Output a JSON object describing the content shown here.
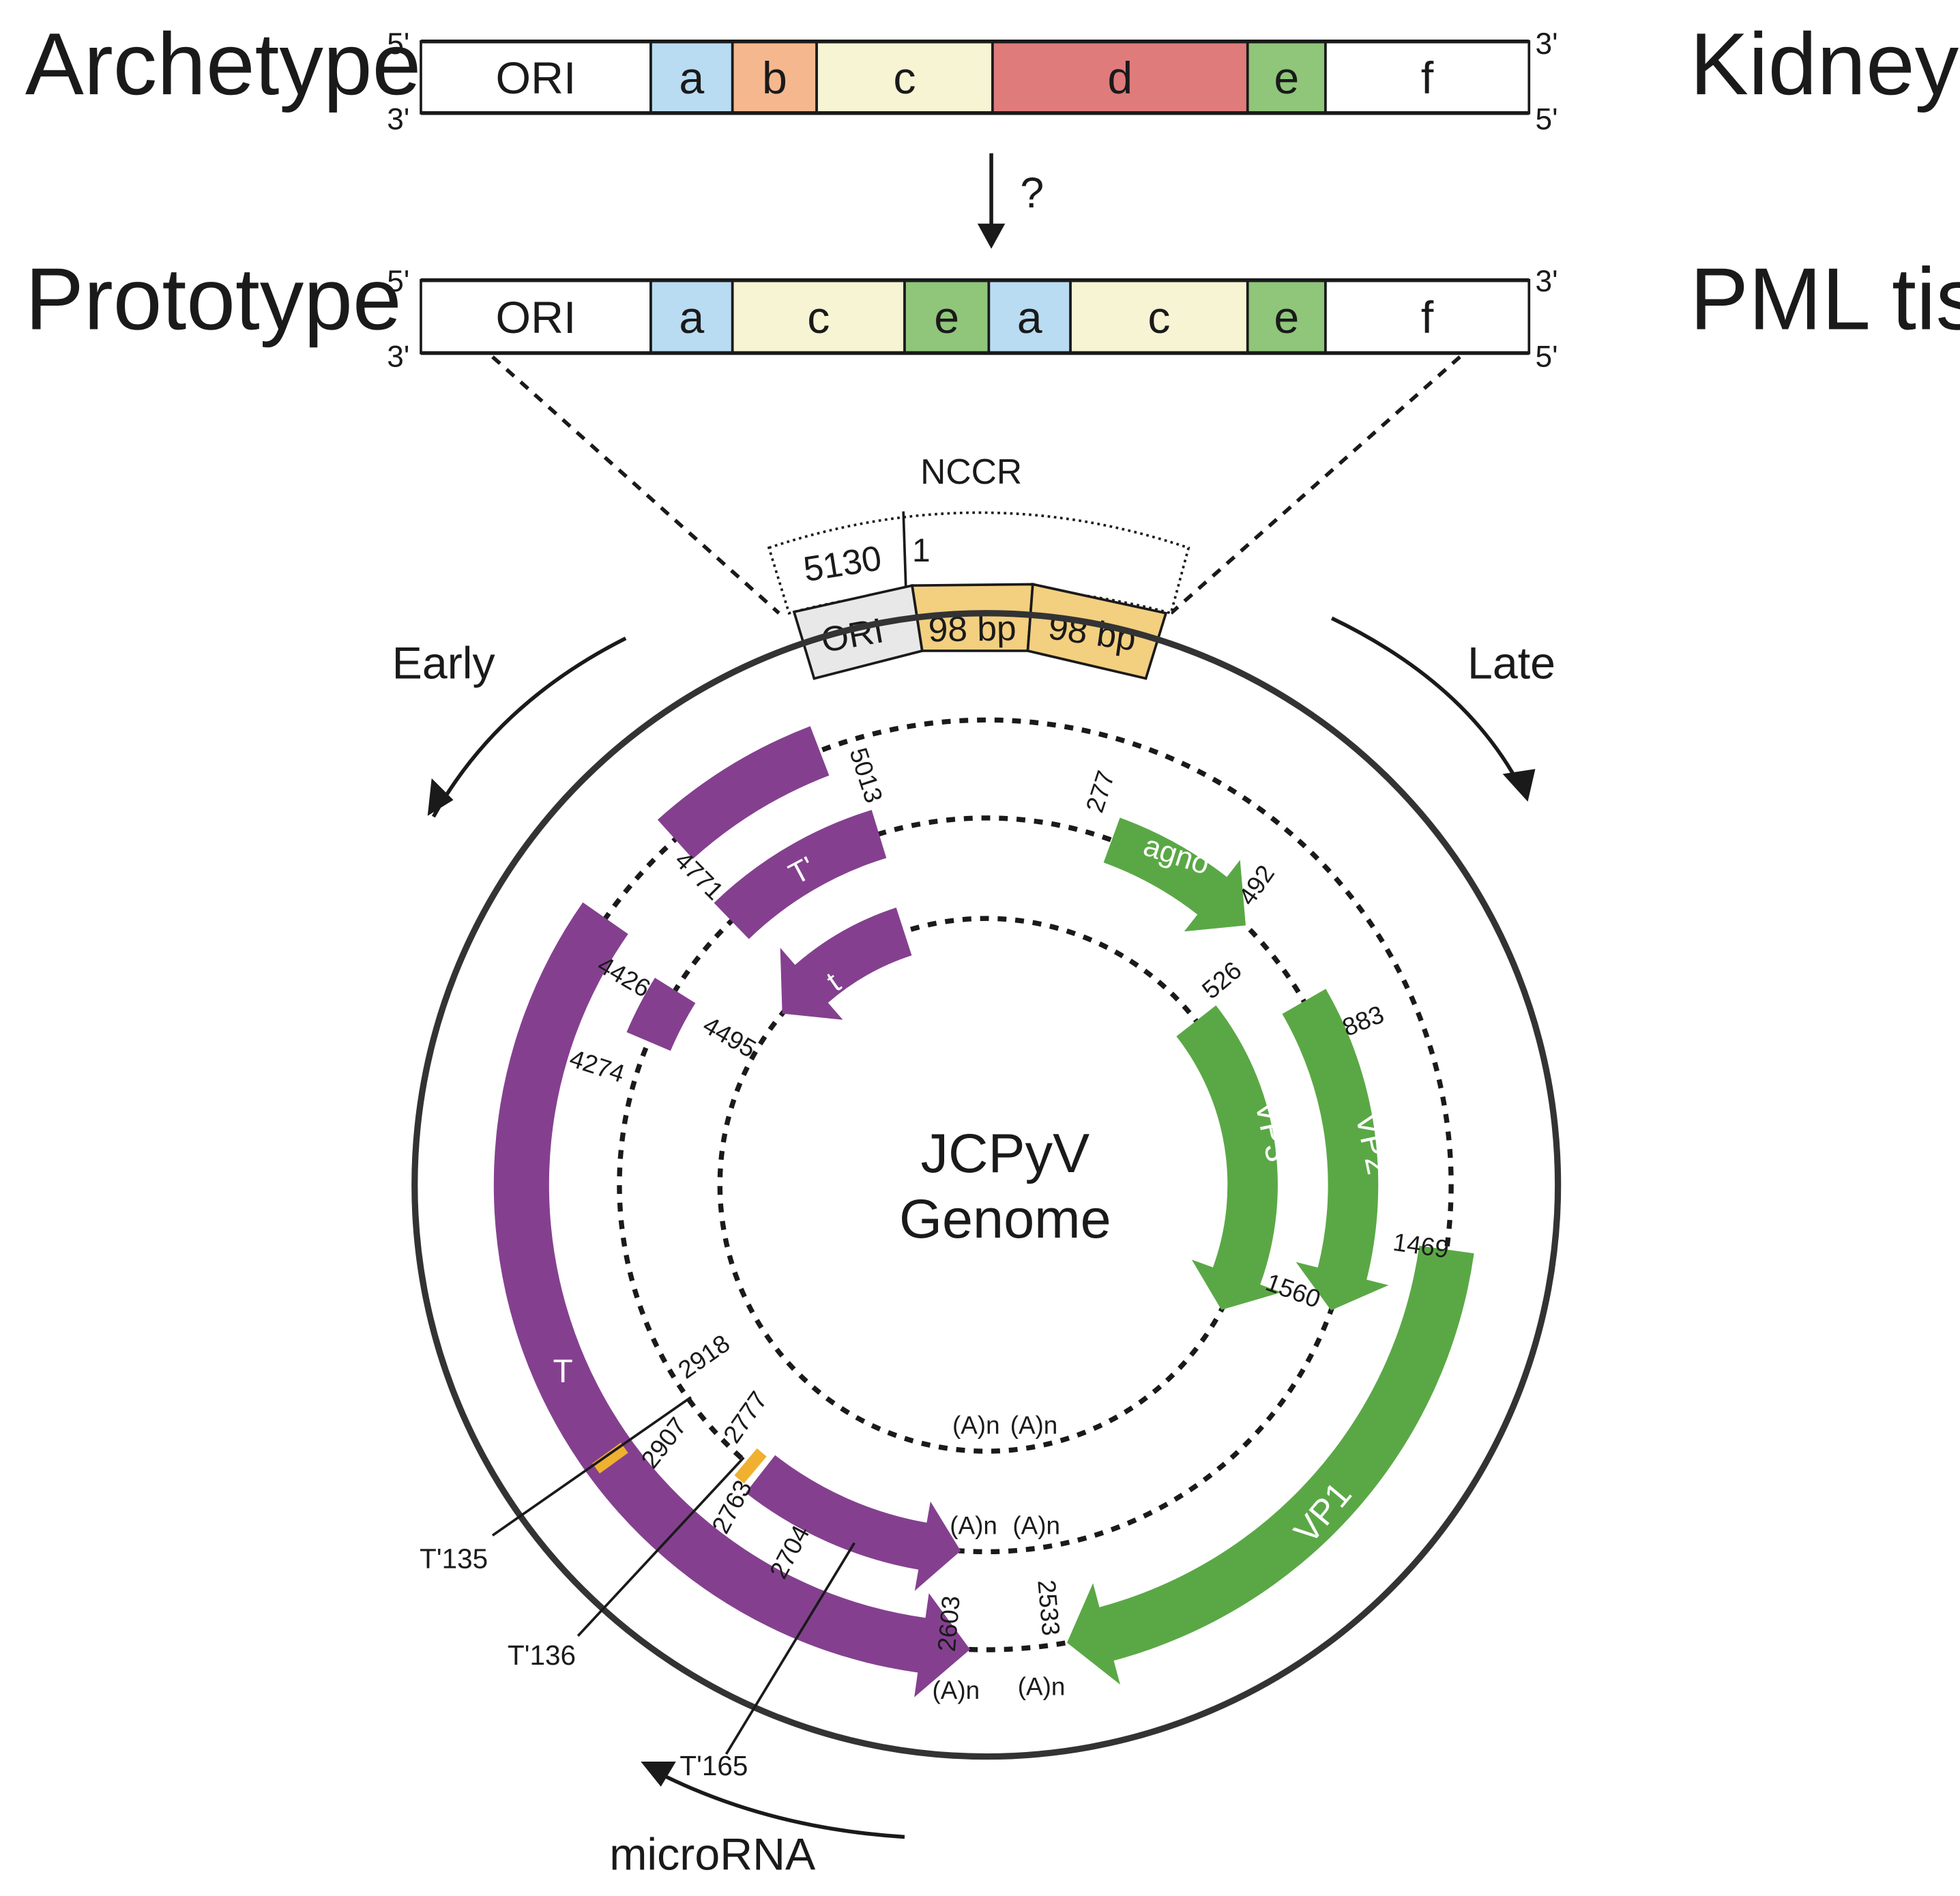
{
  "title_lines": [
    "JCPyV",
    "Genome"
  ],
  "strand": {
    "five_prime": "5'",
    "three_prime": "3'"
  },
  "archetype": {
    "label": "Archetype",
    "tissue": "Kidney",
    "segments": [
      {
        "label": "ORI",
        "color": "#ffffff"
      },
      {
        "label": "a",
        "color": "#b9dcf2"
      },
      {
        "label": "b",
        "color": "#f5b88e"
      },
      {
        "label": "c",
        "color": "#f7f4d4"
      },
      {
        "label": "d",
        "color": "#e07b7b"
      },
      {
        "label": "e",
        "color": "#8fc67a"
      },
      {
        "label": "f",
        "color": "#ffffff"
      }
    ]
  },
  "conversion_label": "?",
  "prototype": {
    "label": "Prototype",
    "tissue": "PML tissue",
    "segments": [
      {
        "label": "ORI",
        "color": "#ffffff"
      },
      {
        "label": "a",
        "color": "#b9dcf2"
      },
      {
        "label": "c",
        "color": "#f7f4d4"
      },
      {
        "label": "e",
        "color": "#8fc67a"
      },
      {
        "label": "a",
        "color": "#b9dcf2"
      },
      {
        "label": "c",
        "color": "#f7f4d4"
      },
      {
        "label": "e",
        "color": "#8fc67a"
      },
      {
        "label": "f",
        "color": "#ffffff"
      }
    ]
  },
  "nccr": {
    "label": "NCCR",
    "pos_end": "5130",
    "pos_start": "1",
    "boxes": [
      {
        "label": "ORI",
        "color": "#e8e8e8"
      },
      {
        "label": "98 bp",
        "color": "#f3cf80"
      },
      {
        "label": "98 bp",
        "color": "#f3cf80"
      }
    ]
  },
  "direction_labels": {
    "early": "Early",
    "late": "Late",
    "microrna": "microRNA"
  },
  "colors": {
    "early": "#84408f",
    "late": "#5aa845",
    "mirna_mark": "#f0b030",
    "outline": "#333333"
  },
  "genes": {
    "T": "T",
    "T_prime": "T'",
    "t": "t",
    "agno": "agno",
    "VP1": "VP1",
    "VP2": "VP2",
    "VP3": "VP3"
  },
  "positions": {
    "p5013": "5013",
    "p4771": "4771",
    "p4426": "4426",
    "p4274": "4274",
    "p4495": "4495",
    "p277": "277",
    "p492": "492",
    "p526": "526",
    "p883": "883",
    "p1469": "1469",
    "p1560": "1560",
    "p2918": "2918",
    "p2907": "2907",
    "p2777": "2777",
    "p2763": "2763",
    "p2704": "2704",
    "p2603": "2603",
    "p2533": "2533"
  },
  "polyA": "(A)n",
  "mirna_labels": {
    "t135": "T'135",
    "t136": "T'136",
    "t165": "T'165"
  }
}
